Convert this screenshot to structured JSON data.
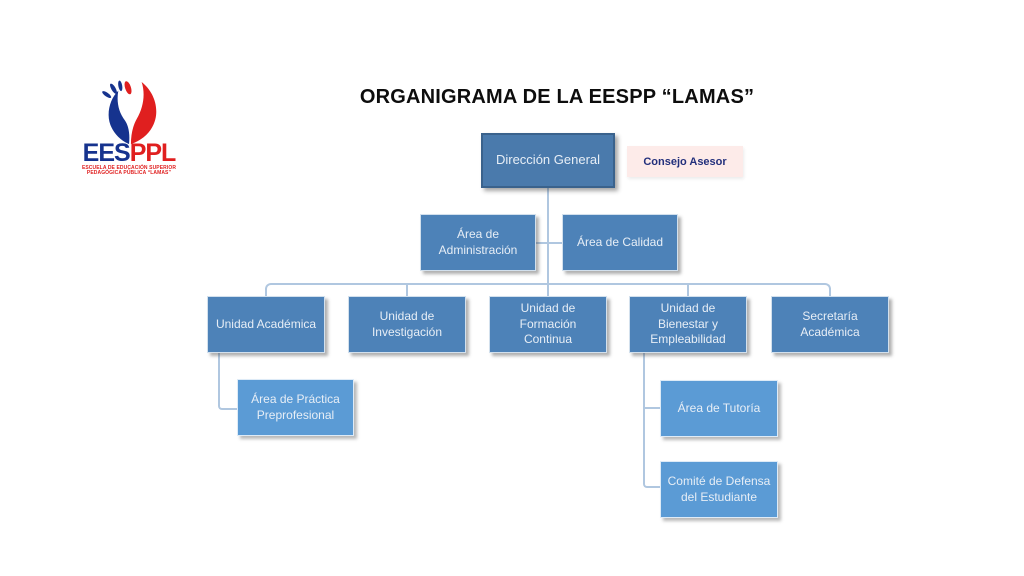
{
  "title": "ORGANIGRAMA DE LA EESPP “LAMAS”",
  "logo": {
    "acronym_blue": "EES",
    "acronym_red": "PPL",
    "subtitle_line1": "ESCUELA DE EDUCACIÓN SUPERIOR",
    "subtitle_line2": "PEDAGÓGICA PÚBLICA “LAMAS”"
  },
  "advisor": {
    "label": "Consejo Asesor"
  },
  "org": {
    "root": {
      "label": "Dirección General"
    },
    "level2": [
      {
        "label": "Área de Administración"
      },
      {
        "label": "Área de Calidad"
      }
    ],
    "units": [
      {
        "label": "Unidad Académica",
        "children": [
          {
            "label": "Área de Práctica Preprofesional"
          }
        ]
      },
      {
        "label": "Unidad de Investigación",
        "children": []
      },
      {
        "label": "Unidad de Formación Continua",
        "children": []
      },
      {
        "label": "Unidad de Bienestar y Empleabilidad",
        "children": [
          {
            "label": "Área de Tutoría"
          },
          {
            "label": "Comité de Defensa del Estudiante"
          }
        ]
      },
      {
        "label": "Secretaría Académica",
        "children": []
      }
    ]
  },
  "colors": {
    "box_primary": "#4a7aac",
    "box_primary_border": "#3a628c",
    "box_mid": "#4d82b8",
    "box_child": "#5b9bd5",
    "box_text": "#e7eef6",
    "advisor_bg": "#fdebe9",
    "advisor_text": "#23307c",
    "connector": "#b0c7e0",
    "logo_blue": "#16338e",
    "logo_red": "#e01f1f"
  }
}
